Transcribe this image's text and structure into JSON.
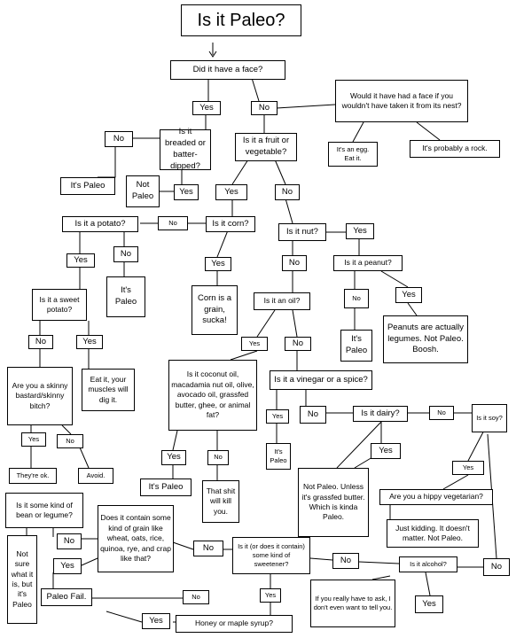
{
  "title": "Is it Paleo?",
  "nodes": {
    "face": "Did it have a face?",
    "face_yes": "Yes",
    "face_no": "No",
    "nest": "Would it have had a face if you wouldn't have taken it from its nest?",
    "egg": "It's an egg.\nEat it.",
    "rock": "It's probably a rock.",
    "breaded": "Is it breaded or batter-dipped?",
    "breaded_no": "No",
    "breaded_yes": "Yes",
    "paleo_1": "It's Paleo",
    "not_paleo_1": "Not Paleo",
    "fruit": "Is it a fruit or vegetable?",
    "fruit_yes": "Yes",
    "fruit_no": "No",
    "corn": "Is it corn?",
    "corn_no": "No",
    "corn_yes": "Yes",
    "corn_grain": "Corn is a grain, sucka!",
    "potato": "Is it a potato?",
    "potato_yes": "Yes",
    "potato_no": "No",
    "paleo_2": "It's Paleo",
    "sweet_potato": "Is it a sweet potato?",
    "sp_no": "No",
    "sp_yes": "Yes",
    "eat_it": "Eat it, your muscles will dig it.",
    "skinny": "Are you a skinny bastard/skinny bitch?",
    "skinny_yes": "Yes",
    "skinny_no": "No",
    "ok": "They're ok.",
    "avoid": "Avoid.",
    "nut": "Is it nut?",
    "nut_yes": "Yes",
    "nut_no": "No",
    "peanut": "Is it a peanut?",
    "peanut_no": "No",
    "peanut_yes": "Yes",
    "paleo_3": "It's Paleo",
    "legumes": "Peanuts are actually legumes. Not Paleo. Boosh.",
    "oil": "Is it an oil?",
    "oil_yes": "Yes",
    "oil_no": "No",
    "coconut": "Is it coconut oil, macadamia nut oil, olive, avocado oil, grassfed butter, ghee, or animal fat?",
    "coco_yes": "Yes",
    "coco_no": "No",
    "paleo_4": "It's Paleo",
    "kill": "That shit will kill you.",
    "vinegar": "Is it a vinegar or a spice?",
    "vin_yes": "Yes",
    "vin_no": "No",
    "paleo_5": "It's Paleo",
    "dairy": "Is it dairy?",
    "dairy_no": "No",
    "dairy_yes": "Yes",
    "not_paleo_butter": "Not Paleo. Unless it's grassfed butter. Which is kinda Paleo.",
    "soy": "Is it soy?",
    "soy_yes": "Yes",
    "hippy": "Are you a hippy vegetarian?",
    "kidding": "Just kidding. It doesn't matter. Not Paleo.",
    "alcohol": "Is it alcohol?",
    "alc_no_left": "No",
    "alc_no_right": "No",
    "alc_yes": "Yes",
    "ask": "If you really have to ask, I don't even want to tell you.",
    "sweetener": "Is it (or does it contain) some kind of sweetener?",
    "sw_no": "No",
    "sw_yes": "Yes",
    "grain": "Does it contain some kind of grain like wheat, oats, rice, quinoa, rye, and crap like that?",
    "grain_no": "No",
    "grain_yes": "Yes",
    "bean": "Is it some kind of bean or legume?",
    "not_sure": "Not sure what it is, but it's Paleo",
    "paleo_fail": "Paleo Fail.",
    "honey": "Honey or maple syrup?",
    "honey_no": "No",
    "honey_yes": "Yes"
  }
}
